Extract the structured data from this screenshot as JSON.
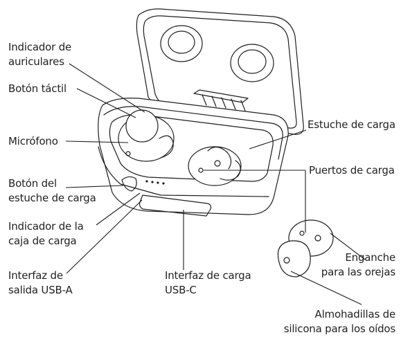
{
  "labels": {
    "earbud_indicator": [
      "Indicador de",
      "auriculares"
    ],
    "touch_button": "Botón táctil",
    "microphone": "Micrófono",
    "case_button": [
      "Botón del",
      "estuche de carga"
    ],
    "case_indicator": [
      "Indicador de la",
      "caja de carga"
    ],
    "usb_a_output": [
      "Interfaz de",
      "salida USB-A"
    ],
    "usb_c_input": [
      "Interfaz de carga",
      "USB-C"
    ],
    "charging_case": "Estuche de carga",
    "charging_ports": "Puertos de carga",
    "ear_hook": [
      "Enganche",
      "para las orejas"
    ],
    "ear_tips": [
      "Almohadillas de",
      "silicona para los oídos"
    ]
  }
}
